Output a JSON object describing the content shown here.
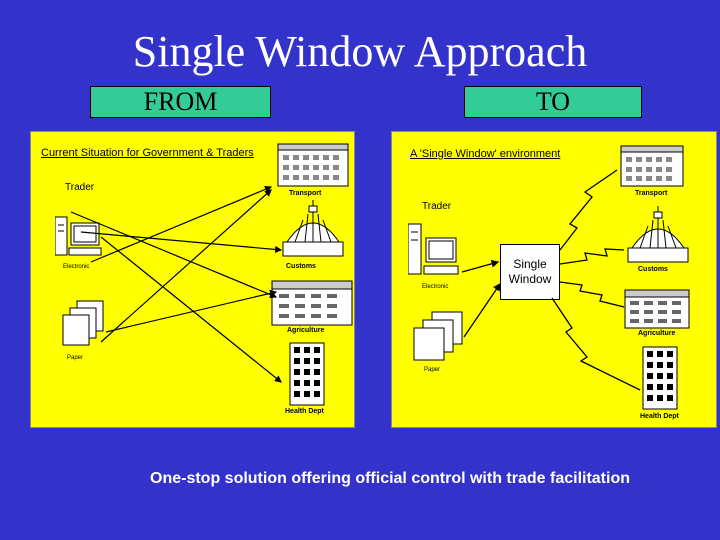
{
  "title": "Single Window Approach",
  "tabs": {
    "from": "FROM",
    "to": "TO"
  },
  "left_panel": {
    "heading": "Current Situation for Government & Traders",
    "trader": "Trader",
    "electronic": "Electronic",
    "paper": "Paper",
    "transport": "Transport",
    "customs": "Customs",
    "agriculture": "Agriculture",
    "health": "Health Dept"
  },
  "right_panel": {
    "heading": "A 'Single Window' environment",
    "trader": "Trader",
    "electronic": "Electronic",
    "paper": "Paper",
    "single_window_line1": "Single",
    "single_window_line2": "Window",
    "transport": "Transport",
    "customs": "Customs",
    "agriculture": "Agriculture",
    "health": "Health Dept"
  },
  "footer": "One-stop solution offering official control with trade facilitation",
  "colors": {
    "background": "#3333cc",
    "tab": "#33cc99",
    "panel": "#ffff00"
  }
}
